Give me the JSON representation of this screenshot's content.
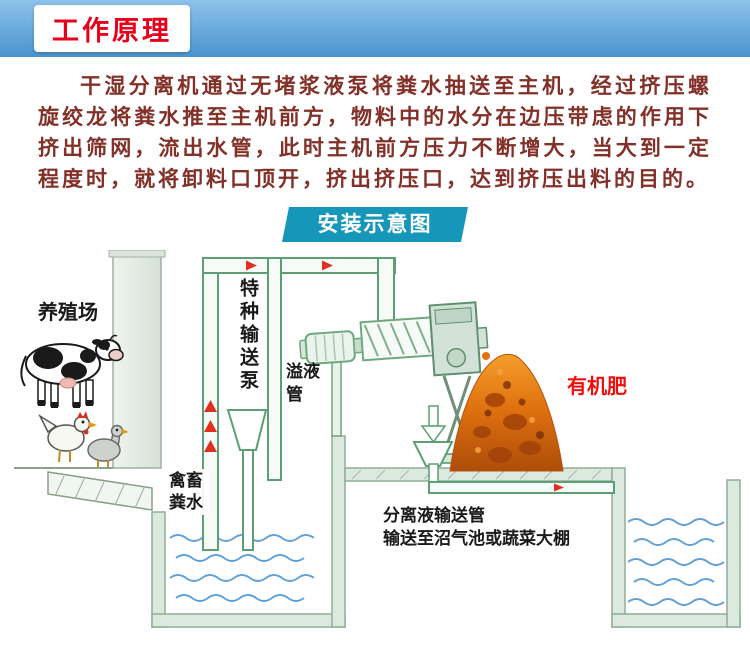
{
  "header": {
    "title": "工作原理"
  },
  "intro": {
    "text": "干湿分离机通过无堵浆液泵将粪水抽送至主机，经过挤压螺旋绞龙将粪水推至主机前方，物料中的水分在边压带虑的作用下挤出筛网，流出水管，此时主机前方压力不断增大，当大到一定程度时，就将卸料口顶开，挤出挤压口，达到挤压出料的目的。"
  },
  "schematic": {
    "banner": "安装示意图",
    "labels": {
      "farm": "养殖场",
      "pump": "特种输送泵",
      "overflow_pipe": "溢液管",
      "manure_water": "禽畜粪水",
      "organic_fertilizer": "有机肥",
      "liquid_pipe_line1": "分离液输送管",
      "liquid_pipe_line2": "输送至沼气池或蔬菜大棚"
    },
    "colors": {
      "header_gradient_top": "#8CC3EA",
      "header_gradient_bottom": "#4B93D0",
      "title_red": "#E8001A",
      "intro_text": "#823028",
      "banner_teal": "#1697BA",
      "pipe_green": "#5E9E74",
      "water_blue": "#63A0D8",
      "pile_orange": "#E0720F",
      "fertilizer_red": "#F20D0D"
    }
  }
}
